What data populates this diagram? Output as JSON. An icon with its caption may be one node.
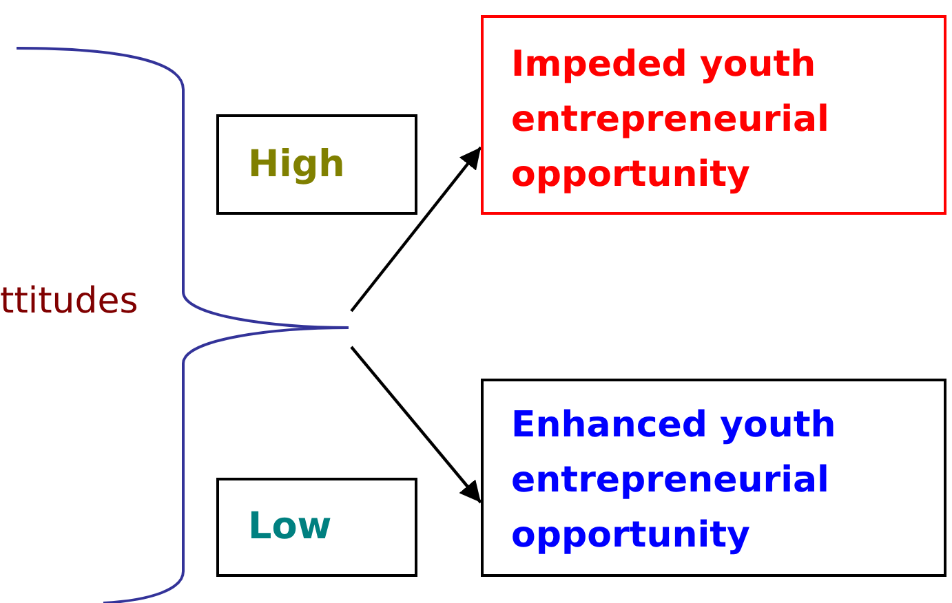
{
  "diagram": {
    "nodes": [
      {
        "text": [
          "Impeded youth entrepreneurial opportunity"
        ]
      },
      {
        "text": [
          "High"
        ]
      },
      {
        "text": [
          "Enhanced youth entrepreneurial opportunity"
        ]
      },
      {
        "text": [
          "Low"
        ]
      }
    ],
    "edges": [
      {
        "from": null,
        "to": 0,
        "arrow": "to"
      },
      {
        "from": null,
        "to": 2,
        "arrow": "to"
      }
    ],
    "labels": [
      "ttitudes"
    ]
  }
}
